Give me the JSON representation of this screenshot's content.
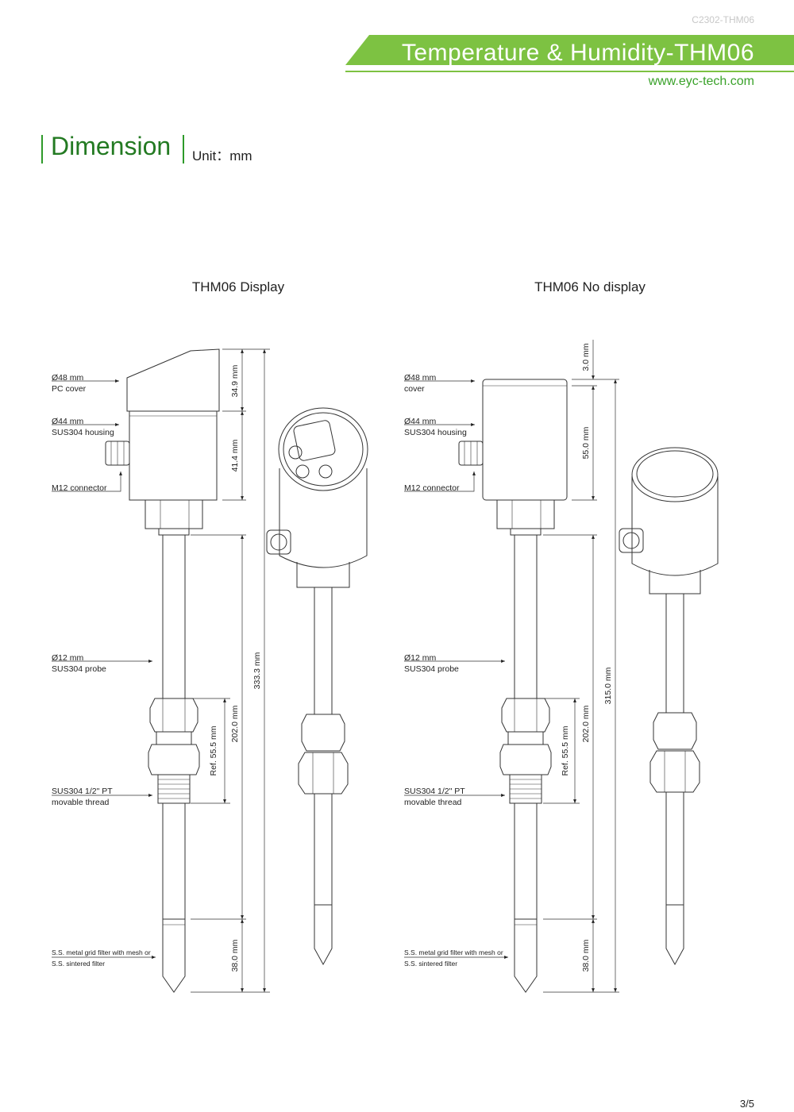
{
  "header": {
    "doc_code": "C2302-THM06",
    "title": "Temperature & Humidity-THM06",
    "website": "www.eyc-tech.com",
    "accent_color": "#7dc242"
  },
  "section": {
    "title": "Dimension",
    "unit": "Unit：mm"
  },
  "drawings": [
    {
      "title": "THM06 Display",
      "callouts": {
        "cover_1": "Ø48 mm",
        "cover_2": "PC cover",
        "housing_1": "Ø44 mm",
        "housing_2": "SUS304 housing",
        "connector": "M12 connector",
        "probe_1": "Ø12 mm",
        "probe_2": "SUS304 probe",
        "thread_1": "SUS304 1/2\" PT",
        "thread_2": "movable thread",
        "filter_1": "S.S. metal grid filter with mesh or",
        "filter_2": "S.S. sintered filter"
      },
      "dimensions": {
        "cover": "34.9 mm",
        "housing": "41.4 mm",
        "total": "333.3 mm",
        "insertion": "202.0 mm",
        "thread_ref": "Ref. 55.5 mm",
        "filter": "38.0 mm"
      }
    },
    {
      "title": "THM06 No display",
      "callouts": {
        "cover_1": "Ø48 mm",
        "cover_2": "cover",
        "housing_1": "Ø44 mm",
        "housing_2": "SUS304 housing",
        "connector": "M12 connector",
        "probe_1": "Ø12 mm",
        "probe_2": "SUS304 probe",
        "thread_1": "SUS304 1/2\" PT",
        "thread_2": "movable thread",
        "filter_1": "S.S. metal grid filter with mesh or",
        "filter_2": "S.S. sintered filter"
      },
      "dimensions": {
        "cap": "3.0 mm",
        "housing": "55.0 mm",
        "total": "315.0 mm",
        "insertion": "202.0 mm",
        "thread_ref": "Ref. 55.5 mm",
        "filter": "38.0 mm"
      }
    }
  ],
  "page_number": "3/5"
}
